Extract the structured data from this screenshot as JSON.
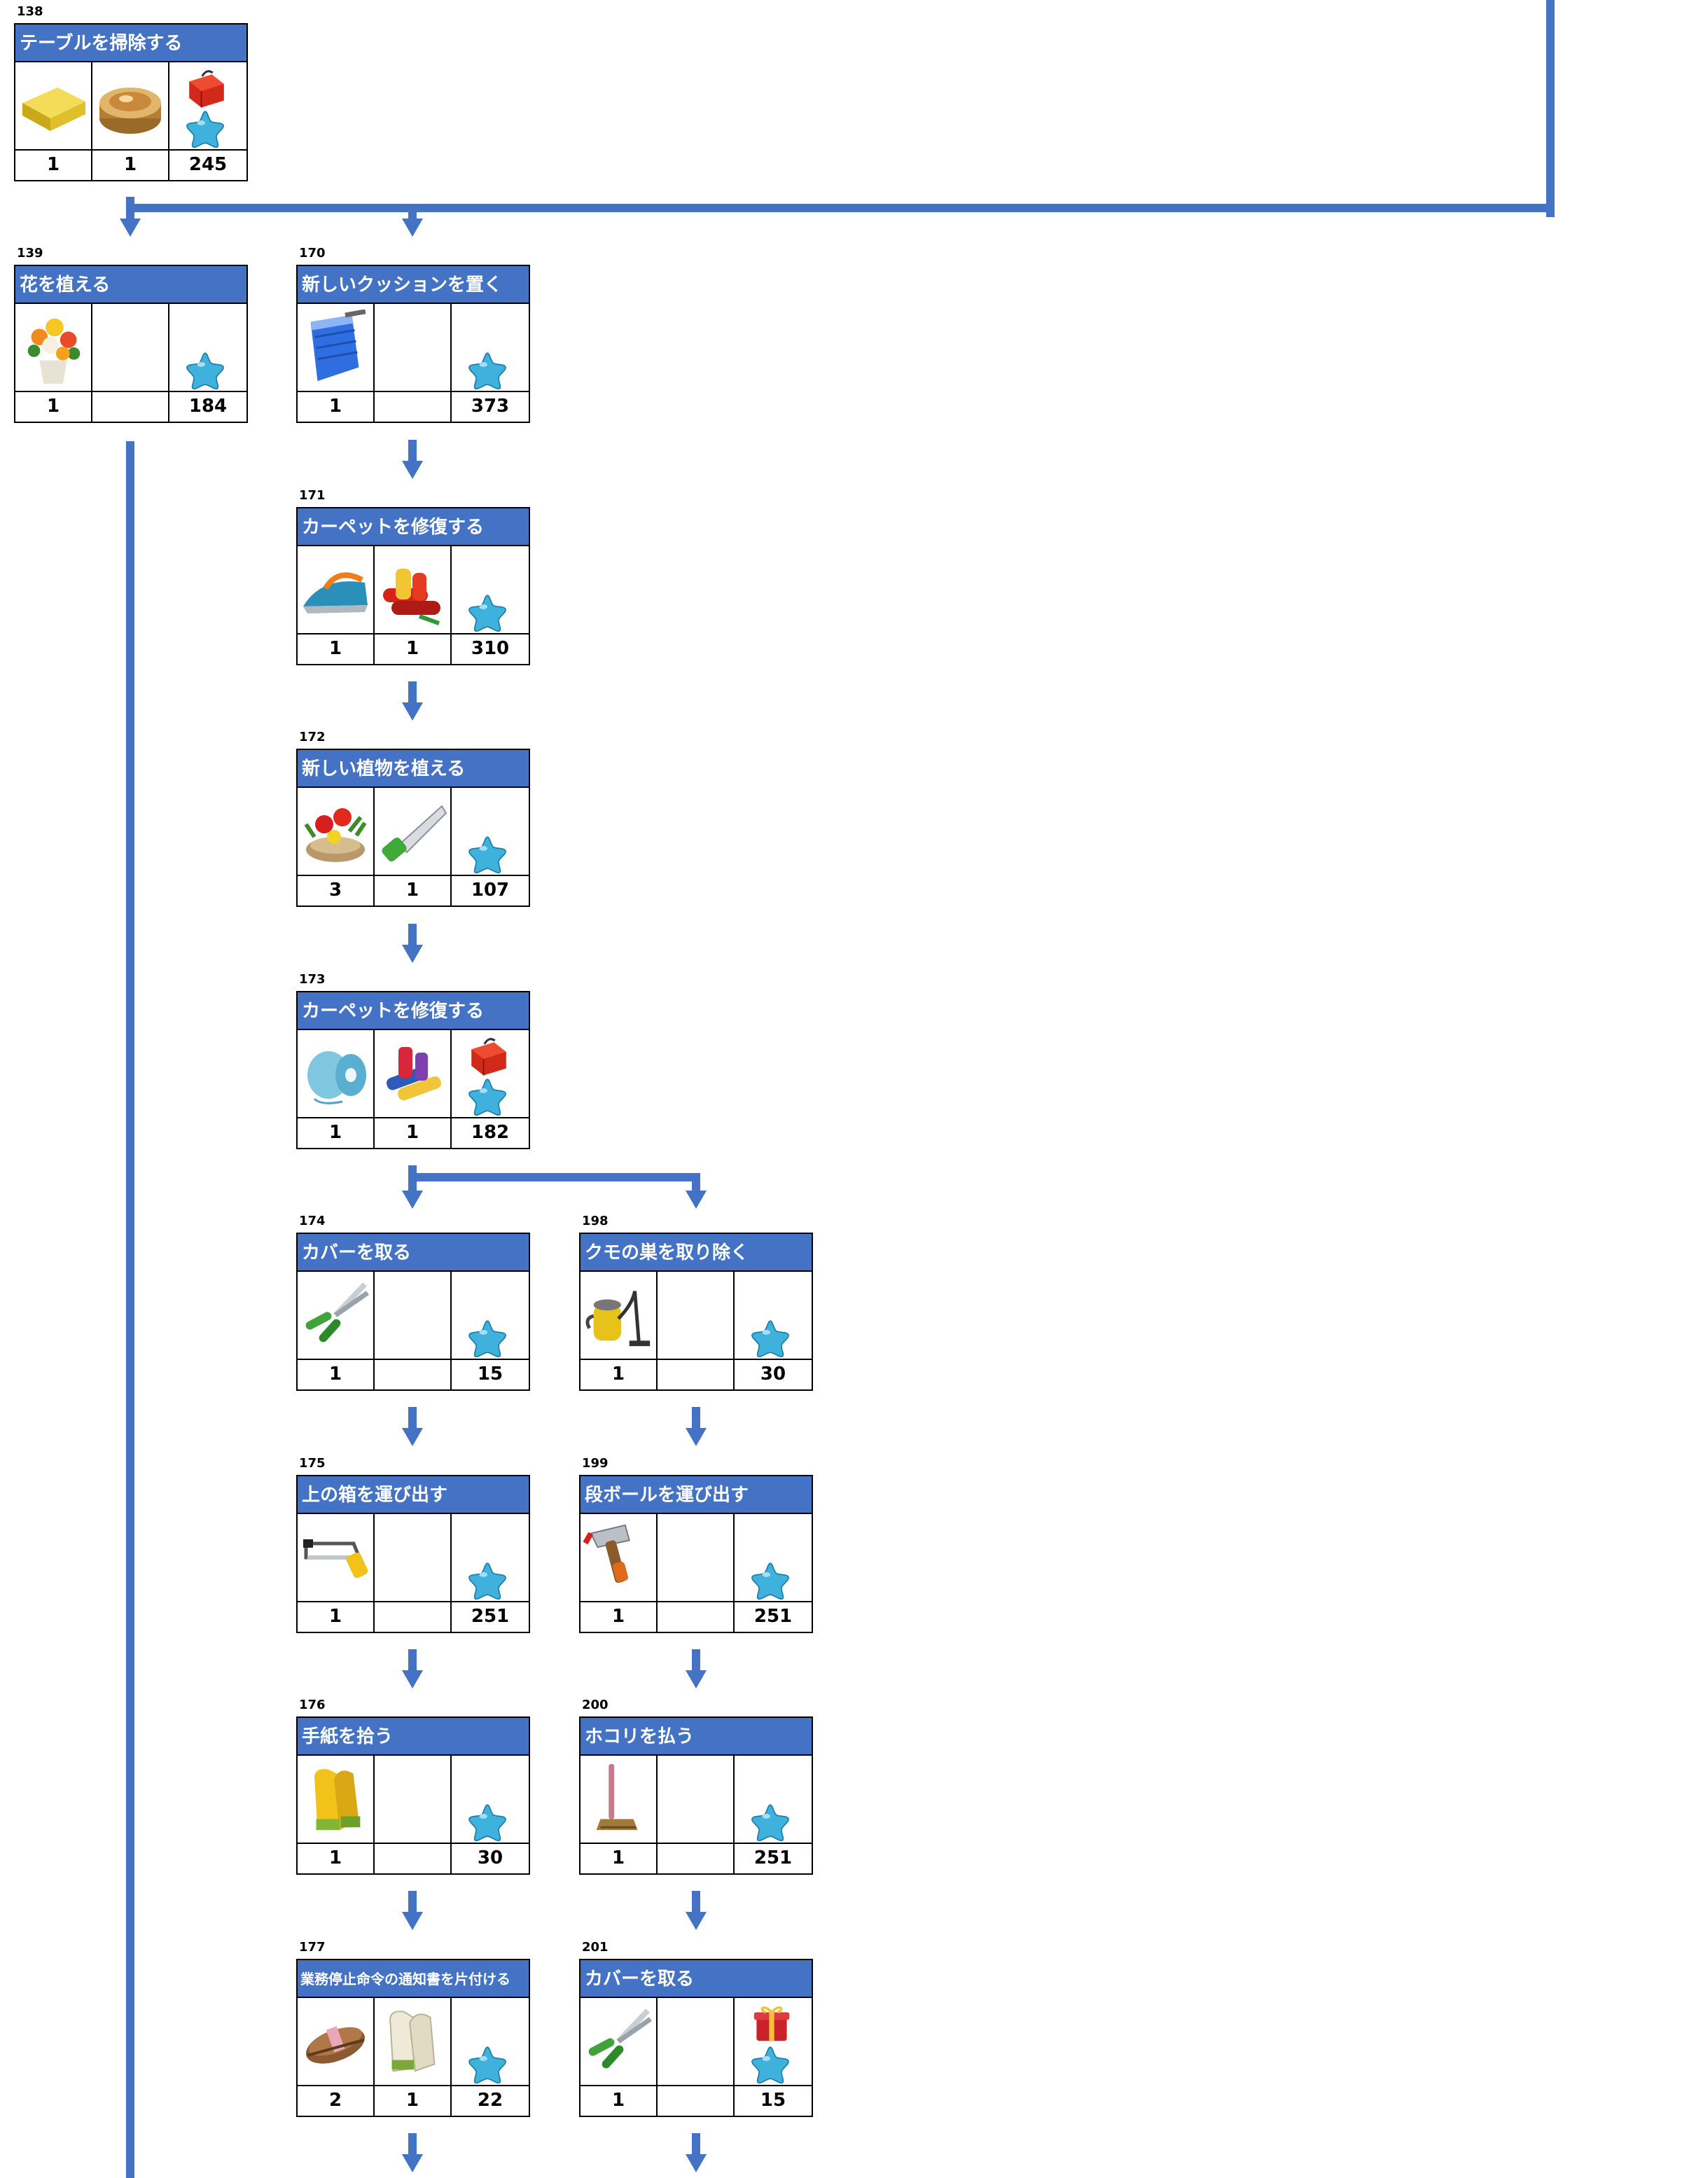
{
  "colors": {
    "accent": "#4472c4",
    "star": "#3fb1dd",
    "connector": "#4472c4"
  },
  "cards": [
    {
      "id": "138",
      "title": "テーブルを掃除する",
      "items": [
        {
          "icon": "sponge-icon",
          "count": "1"
        },
        {
          "icon": "polish-tin-icon",
          "count": "1"
        }
      ],
      "reward": {
        "bonus": "red-toolbox-icon",
        "count": "245"
      }
    },
    {
      "id": "139",
      "title": "花を植える",
      "items": [
        {
          "icon": "flower-bouquet-icon",
          "count": "1"
        },
        {
          "icon": "",
          "count": ""
        }
      ],
      "reward": {
        "bonus": "",
        "count": "184"
      }
    },
    {
      "id": "170",
      "title": "新しいクッションを置く",
      "items": [
        {
          "icon": "blue-fabric-roll-icon",
          "count": "1"
        },
        {
          "icon": "",
          "count": ""
        }
      ],
      "reward": {
        "bonus": "",
        "count": "373"
      }
    },
    {
      "id": "171",
      "title": "カーペットを修復する",
      "items": [
        {
          "icon": "iron-icon",
          "count": "1"
        },
        {
          "icon": "red-fabric-rolls-icon",
          "count": "1"
        }
      ],
      "reward": {
        "bonus": "",
        "count": "310"
      }
    },
    {
      "id": "172",
      "title": "新しい植物を植える",
      "items": [
        {
          "icon": "red-flower-pot-icon",
          "count": "3"
        },
        {
          "icon": "green-saw-icon",
          "count": "1"
        }
      ],
      "reward": {
        "bonus": "",
        "count": "107"
      }
    },
    {
      "id": "173",
      "title": "カーペットを修復する",
      "items": [
        {
          "icon": "thread-spool-icon",
          "count": "1"
        },
        {
          "icon": "fabric-bundle-icon",
          "count": "1"
        }
      ],
      "reward": {
        "bonus": "red-toolbox-icon",
        "count": "182"
      }
    },
    {
      "id": "174",
      "title": "カバーを取る",
      "items": [
        {
          "icon": "pruning-shears-icon",
          "count": "1"
        },
        {
          "icon": "",
          "count": ""
        }
      ],
      "reward": {
        "bonus": "",
        "count": "15"
      }
    },
    {
      "id": "175",
      "title": "上の箱を運び出す",
      "items": [
        {
          "icon": "hacksaw-icon",
          "count": "1"
        },
        {
          "icon": "",
          "count": ""
        }
      ],
      "reward": {
        "bonus": "",
        "count": "251"
      }
    },
    {
      "id": "176",
      "title": "手紙を拾う",
      "items": [
        {
          "icon": "yellow-gloves-icon",
          "count": "1"
        },
        {
          "icon": "",
          "count": ""
        }
      ],
      "reward": {
        "bonus": "",
        "count": "30"
      }
    },
    {
      "id": "177",
      "title": "業務停止命令の通知書を片付ける",
      "items": [
        {
          "icon": "scrub-brush-icon",
          "count": "2"
        },
        {
          "icon": "white-gloves-icon",
          "count": "1"
        }
      ],
      "reward": {
        "bonus": "",
        "count": "22"
      }
    },
    {
      "id": "198",
      "title": "クモの巣を取り除く",
      "items": [
        {
          "icon": "vacuum-cleaner-icon",
          "count": "1"
        },
        {
          "icon": "",
          "count": ""
        }
      ],
      "reward": {
        "bonus": "",
        "count": "30"
      }
    },
    {
      "id": "199",
      "title": "段ボールを運び出す",
      "items": [
        {
          "icon": "hammer-icon",
          "count": "1"
        },
        {
          "icon": "",
          "count": ""
        }
      ],
      "reward": {
        "bonus": "",
        "count": "251"
      }
    },
    {
      "id": "200",
      "title": "ホコリを払う",
      "items": [
        {
          "icon": "broom-icon",
          "count": "1"
        },
        {
          "icon": "",
          "count": ""
        }
      ],
      "reward": {
        "bonus": "",
        "count": "251"
      }
    },
    {
      "id": "201",
      "title": "カバーを取る",
      "items": [
        {
          "icon": "pruning-shears-icon",
          "count": "1"
        },
        {
          "icon": "",
          "count": ""
        }
      ],
      "reward": {
        "bonus": "gift-box-icon",
        "count": "15"
      }
    }
  ]
}
